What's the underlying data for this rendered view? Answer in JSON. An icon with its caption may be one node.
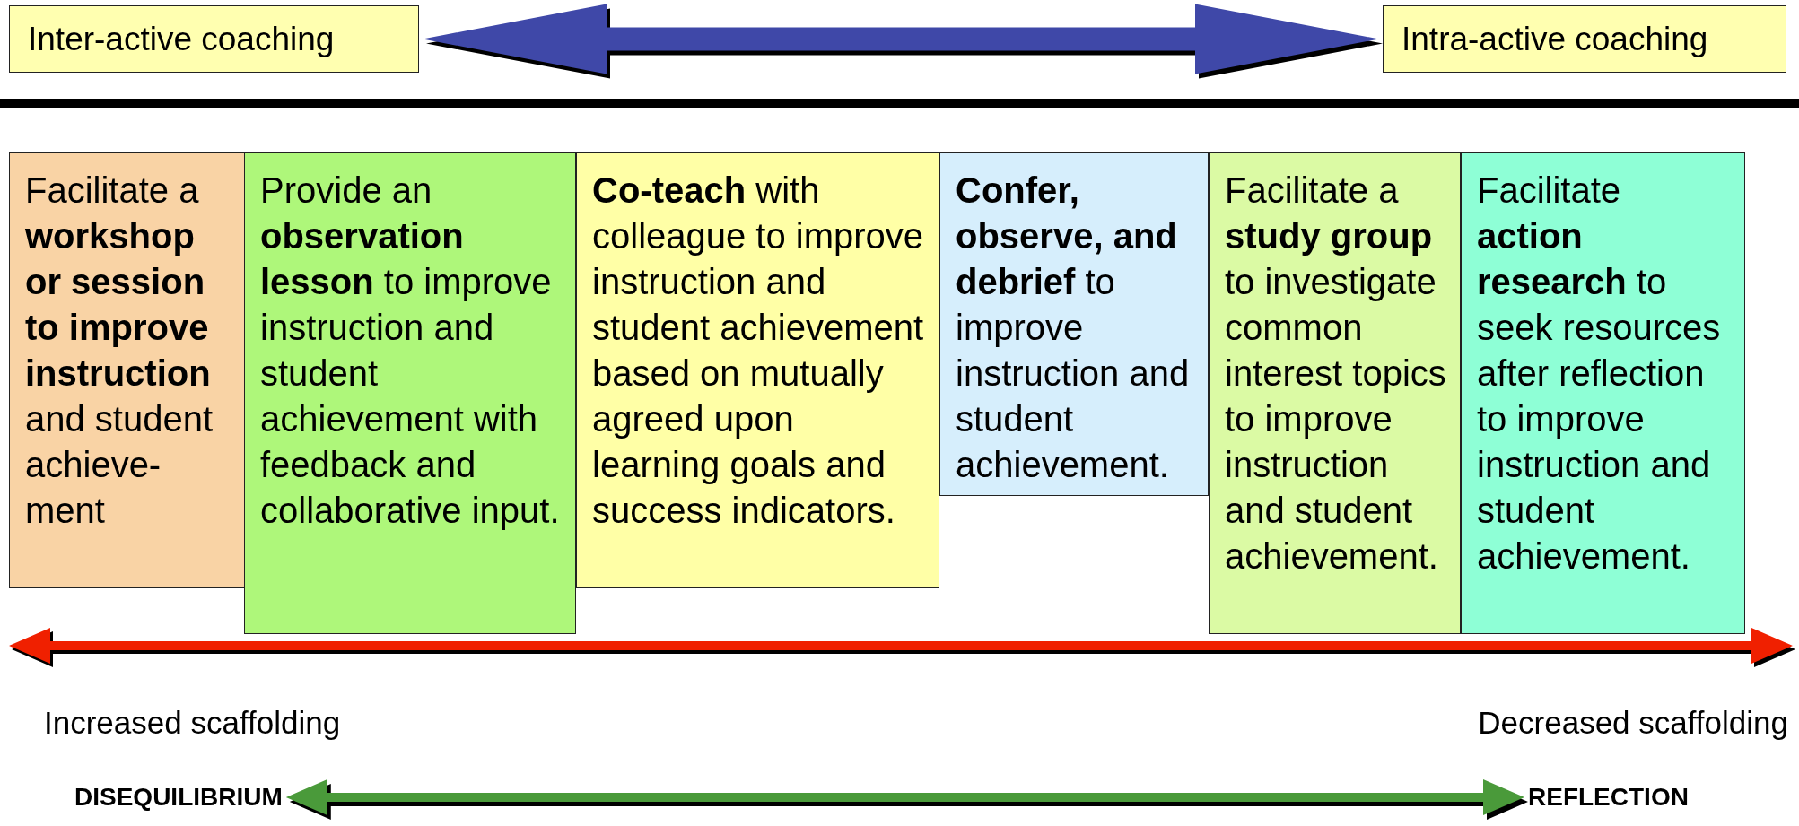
{
  "diagram": {
    "nodes": [
      {
        "text": [
          "Inter-active coaching"
        ]
      },
      {
        "text": [
          "Intra-active coaching"
        ]
      },
      {
        "text": [
          "Facilitate a **workshop or session to improve instruction** and student achieve- ment"
        ]
      },
      {
        "text": [
          "Provide an **observation lesson** to improve instruction and student achievement with feedback and collaborative input."
        ]
      },
      {
        "text": [
          "**Co-teach** with colleague to improve instruction and student achievement based on mutually agreed upon learning goals and success indicators."
        ]
      },
      {
        "text": [
          "**Confer, observe, and debrief** to improve instruction and student achievement."
        ]
      },
      {
        "text": [
          "Facilitate a **study group** to investigate common interest topics to improve instruction and student achievement."
        ]
      },
      {
        "text": [
          "Facilitate **action research** to seek resources after reflection to improve instruction and student achievement."
        ]
      },
      {
        "text": [
          "DISEQUILIBRIUM"
        ]
      },
      {
        "text": [
          "REFLECTION"
        ]
      }
    ],
    "edges": [
      {
        "from": 0,
        "to": 1,
        "arrow": "both",
        "style": "thick",
        "color": "#3f48a8"
      },
      {
        "from": 8,
        "to": 9,
        "arrow": "both",
        "color": "#4a9a3a"
      }
    ],
    "labels": [
      "Increased scaffolding",
      "Decreased scaffolding"
    ]
  }
}
